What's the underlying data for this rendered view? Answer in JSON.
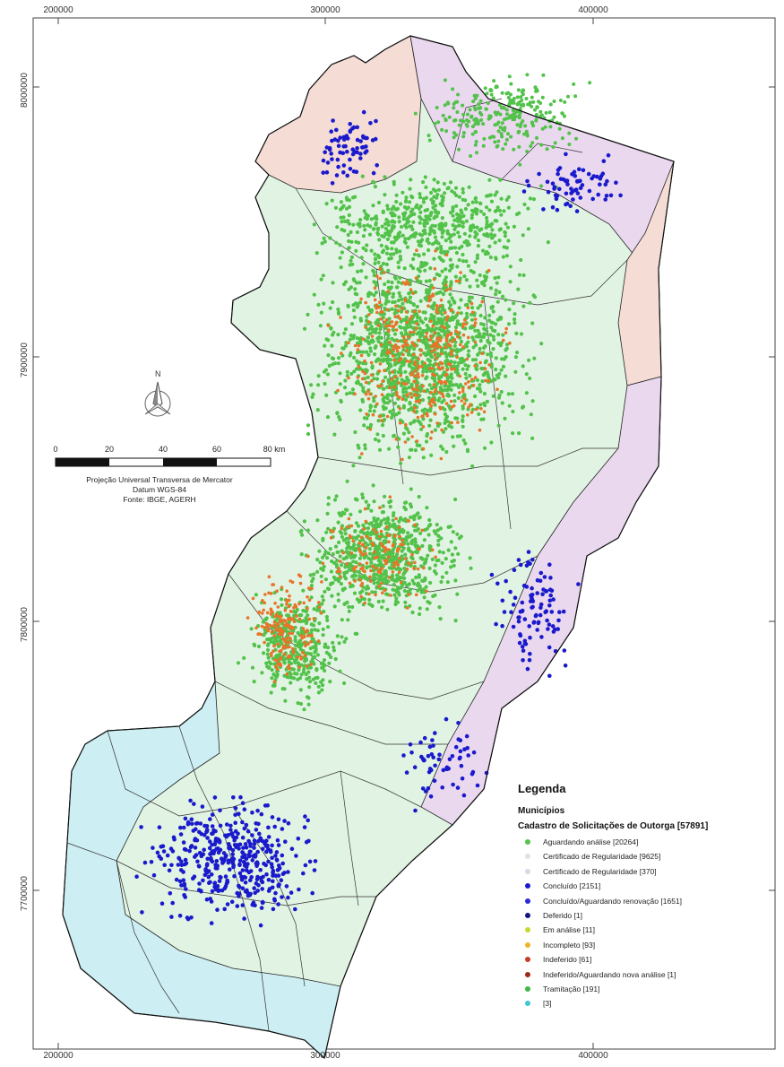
{
  "axes": {
    "x_ticks": [
      "200000",
      "300000",
      "400000"
    ],
    "y_ticks": [
      "8000000",
      "7900000",
      "7800000",
      "7700000"
    ]
  },
  "north_arrow": {
    "label": "N",
    "icon": "north-arrow-icon"
  },
  "scale_bar": {
    "labels": [
      "0",
      "20",
      "40",
      "60",
      "80 km"
    ]
  },
  "projection_info": {
    "line1": "Projeção Universal Transversa de Mercator",
    "line2": "Datum WGS-84",
    "line3": "Fonte: IBGE, AGERH"
  },
  "legend": {
    "title": "Legenda",
    "municipios_label": "Municípios",
    "layer_title": "Cadastro de Solicitações de Outorga [57891]",
    "items": [
      {
        "label": "Aguardando análise [20264]",
        "color": "#52c24a"
      },
      {
        "label": "Certificado de Regularidade [9625]",
        "color": "#e2e2e2"
      },
      {
        "label": "Certificado de Regularidade  [370]",
        "color": "#d8d8e8"
      },
      {
        "label": "Concluído [2151]",
        "color": "#1a1acc"
      },
      {
        "label": "Concluído/Aguardando renovação [1651]",
        "color": "#2a2ad8"
      },
      {
        "label": "Deferido [1]",
        "color": "#141480"
      },
      {
        "label": "Em análise [11]",
        "color": "#c8d830"
      },
      {
        "label": "Incompleto [93]",
        "color": "#f0b428"
      },
      {
        "label": "Indeferido [61]",
        "color": "#c83c28"
      },
      {
        "label": "Indeferido/Aguardando nova análise [1]",
        "color": "#a02818"
      },
      {
        "label": "Tramitação [191]",
        "color": "#40b848"
      },
      {
        "label": "[3]",
        "color": "#40c8d0"
      }
    ]
  },
  "colors": {
    "green_points": "#52c24a",
    "orange_points": "#e8742a",
    "blue_points": "#1a1acc",
    "region_north": "#f5dcd5",
    "region_northeast": "#ead8ef",
    "region_south": "#cdeef2",
    "region_central": "#e1f3e3"
  }
}
